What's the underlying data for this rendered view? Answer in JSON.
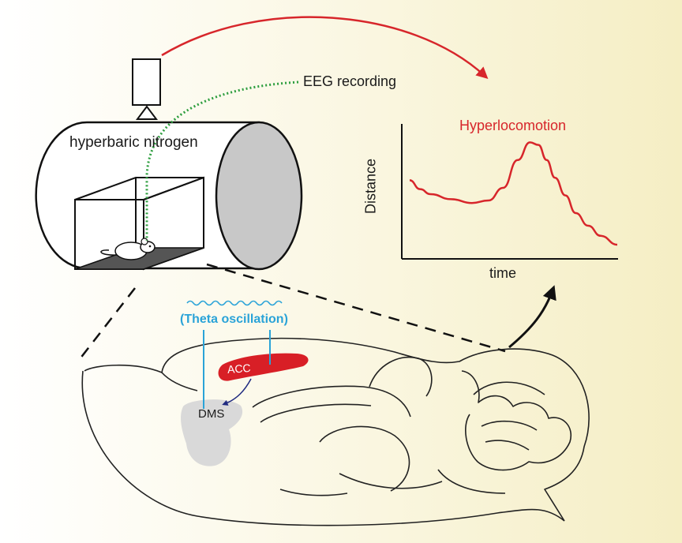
{
  "labels": {
    "eeg": "EEG recording",
    "chamber": "hyperbaric nitrogen",
    "plot_title": "Hyperlocomotion",
    "x_axis": "time",
    "y_axis": "Distance",
    "oscillation": "(Theta oscillation)",
    "acc": "ACC",
    "dms": "DMS"
  },
  "colors": {
    "accent_red": "#d7262b",
    "eeg_green": "#2e9e3f",
    "theta_blue": "#2aa3d8",
    "acc_fill": "#d81f26",
    "dms_fill": "#d9d9d9",
    "chamber_end": "#c8c8c8"
  },
  "chart_data": {
    "type": "line",
    "title": "Hyperlocomotion",
    "xlabel": "time",
    "ylabel": "Distance",
    "grid": false,
    "x": [
      0,
      0.05,
      0.1,
      0.2,
      0.3,
      0.38,
      0.45,
      0.52,
      0.58,
      0.62,
      0.66,
      0.7,
      0.75,
      0.8,
      0.86,
      0.92,
      1.0
    ],
    "y": [
      0.56,
      0.49,
      0.45,
      0.41,
      0.38,
      0.4,
      0.5,
      0.72,
      0.86,
      0.84,
      0.72,
      0.58,
      0.44,
      0.3,
      0.2,
      0.12,
      0.05
    ],
    "series": [
      {
        "values": [
          0.56,
          0.49,
          0.45,
          0.41,
          0.38,
          0.4,
          0.5,
          0.72,
          0.86,
          0.84,
          0.72,
          0.58,
          0.44,
          0.3,
          0.2,
          0.12,
          0.05
        ]
      }
    ]
  }
}
